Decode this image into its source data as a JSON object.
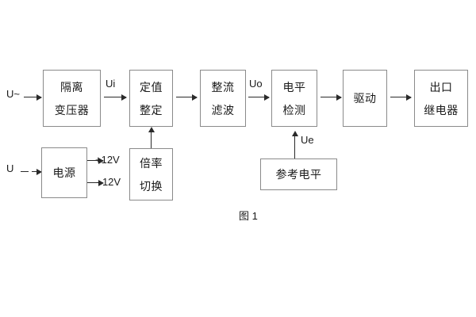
{
  "figure": {
    "caption": "图 1",
    "colors": {
      "box_border": "#8a8a8a",
      "line": "#2a2a2a",
      "text": "#1a1a1a",
      "background": "#ffffff"
    }
  },
  "blocks": [
    {
      "id": "isolation-transformer",
      "lines": [
        "隔离",
        "变压器"
      ]
    },
    {
      "id": "setting-value",
      "lines": [
        "定值",
        "整定"
      ]
    },
    {
      "id": "rectifier-filter",
      "lines": [
        "整流",
        "滤波"
      ]
    },
    {
      "id": "level-detection",
      "lines": [
        "电平",
        "检测"
      ]
    },
    {
      "id": "drive",
      "lines": [
        "驱动"
      ]
    },
    {
      "id": "output-relay",
      "lines": [
        "出口",
        "继电器"
      ]
    },
    {
      "id": "power-supply",
      "lines": [
        "电源"
      ]
    },
    {
      "id": "multiplier-switch",
      "lines": [
        "倍率",
        "切换"
      ]
    },
    {
      "id": "reference-level",
      "lines": [
        "参考电平"
      ]
    }
  ],
  "labels": {
    "input_ac": "U~",
    "input_dc": "U",
    "signal_ui": "Ui",
    "signal_uo": "Uo",
    "signal_ue": "Ue",
    "rail_positive": "+12V",
    "rail_negative": "- 12V"
  }
}
